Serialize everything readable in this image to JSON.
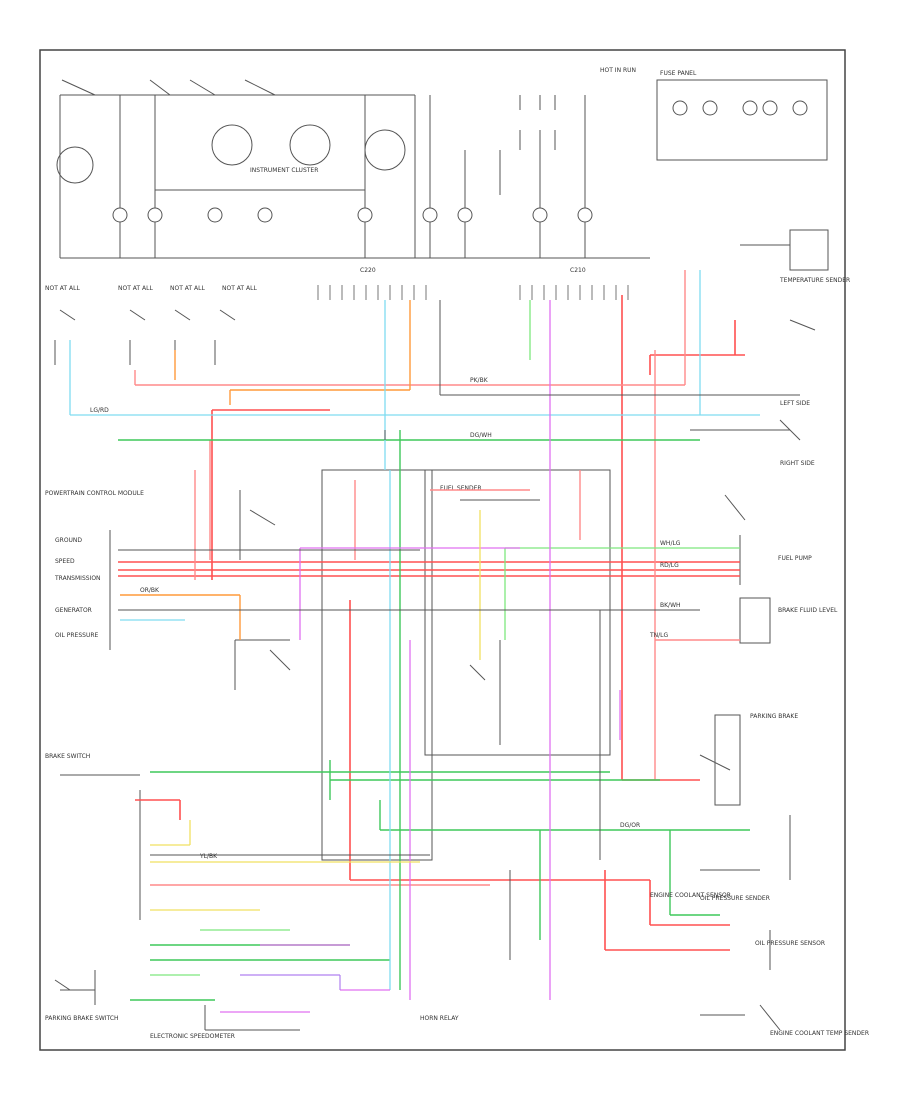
{
  "colors": {
    "frame": "#444444",
    "wire_black": "#555555",
    "wire_red": "#ff5050",
    "wire_pink": "#ff8a8a",
    "wire_orange": "#ff9a3a",
    "wire_green": "#3ec85a",
    "wire_lightgreen": "#7ee87e",
    "wire_cyan": "#7fdcf0",
    "wire_magenta": "#e070f0",
    "wire_yellow": "#f0e060",
    "wire_violet": "#b080f0"
  },
  "top_labels": {
    "hot_in_run": "HOT IN RUN",
    "fuse_panel": "FUSE PANEL"
  },
  "connectors": {
    "c1": "C220",
    "c2": "C210"
  },
  "left_modules": {
    "m1": "NOT AT ALL",
    "m2": "NOT AT ALL",
    "m3": "NOT AT ALL",
    "m4": "NOT AT ALL"
  },
  "left_labels": {
    "powertrain": "POWERTRAIN CONTROL MODULE",
    "ground": "GROUND",
    "speed": "SPEED",
    "transmission": "TRANSMISSION",
    "generator": "GENERATOR",
    "oil_pressure": "OIL PRESSURE",
    "brake_switch": "BRAKE SWITCH"
  },
  "center_labels": {
    "instrument": "INSTRUMENT CLUSTER",
    "fuel_sender": "FUEL SENDER"
  },
  "right_labels": {
    "r1": "TEMPERATURE SENDER",
    "r2": "LEFT SIDE",
    "r3": "RIGHT SIDE",
    "r4": "FUEL PUMP",
    "r5": "BRAKE FLUID LEVEL",
    "r6": "PARKING BRAKE",
    "r7": "OIL PRESSURE SENDER",
    "r8": "ENGINE COOLANT TEMP SENDER"
  },
  "wire_labels": {
    "lg_rd": "LG/RD",
    "dg_wh": "DG/WH",
    "pk_bk": "PK/BK",
    "or_bk": "OR/BK",
    "wh_lg": "WH/LG",
    "rd_lg": "RD/LG",
    "bk_wh": "BK/WH",
    "yl_bk": "YL/BK",
    "tn_lg": "TN/LG",
    "dg_or": "DG/OR"
  },
  "bottom_labels": {
    "b1": "PARKING BRAKE SWITCH",
    "b2": "ELECTRONIC SPEEDOMETER",
    "b3": "HORN RELAY",
    "b4": "ENGINE COOLANT SENSOR",
    "b5": "OIL PRESSURE SENSOR"
  }
}
